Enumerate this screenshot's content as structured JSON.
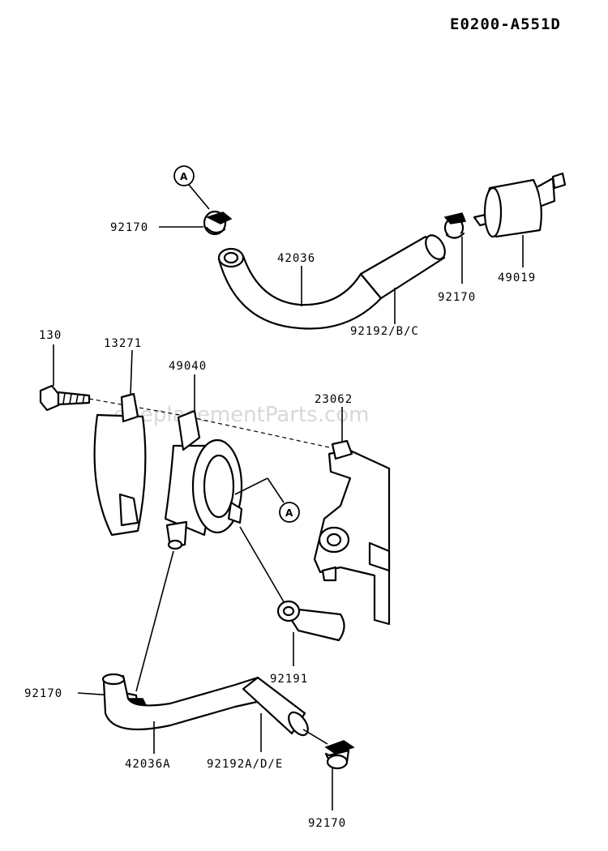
{
  "diagram_code": "E0200-A551D",
  "watermark": "eReplacementParts.com",
  "reference_letter": "A",
  "labels": {
    "clamp_top_left": "92170",
    "hose_top": "42036",
    "filter": "49019",
    "clamp_top_right": "92170",
    "tube_top": "92192/B/C",
    "bolt": "130",
    "bracket_cover": "13271",
    "fuel_pump": "49040",
    "bracket": "23062",
    "clamp_mid_left": "92170",
    "elbow_hose": "92191",
    "hose_bottom": "42036A",
    "tube_bottom": "92192A/D/E",
    "clamp_bottom": "92170"
  }
}
